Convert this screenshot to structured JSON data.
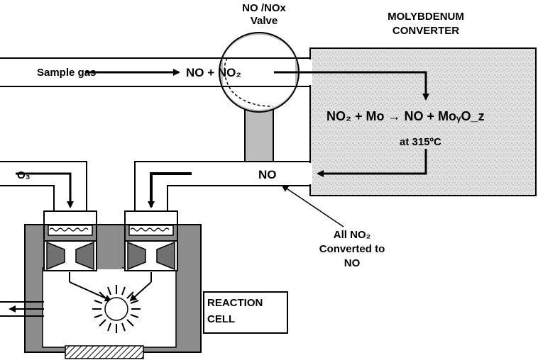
{
  "labels": {
    "valve_line1": "NO /NOx",
    "valve_line2": "Valve",
    "converter_line1": "MOLYBDENUM",
    "converter_line2": "CONVERTER",
    "sample_gas": "Sample gas",
    "no_plus_no2": "NO + NO₂",
    "reaction_eq": "NO₂ + Mo → NO + MoᵧO_z",
    "temperature": "at 315ºC",
    "no_outlet": "NO",
    "ozone": "O₃",
    "all_no2_line1": "All NO₂",
    "all_no2_line2": "Converted to",
    "all_no2_line3": "NO",
    "reaction_cell_line1": "REACTION",
    "reaction_cell_line2": "CELL"
  },
  "colors": {
    "gray_fill": "#8c8c8c",
    "light_gray": "#bdbdbd",
    "converter_fill": "#dcdcdc",
    "stroke": "#000000"
  }
}
